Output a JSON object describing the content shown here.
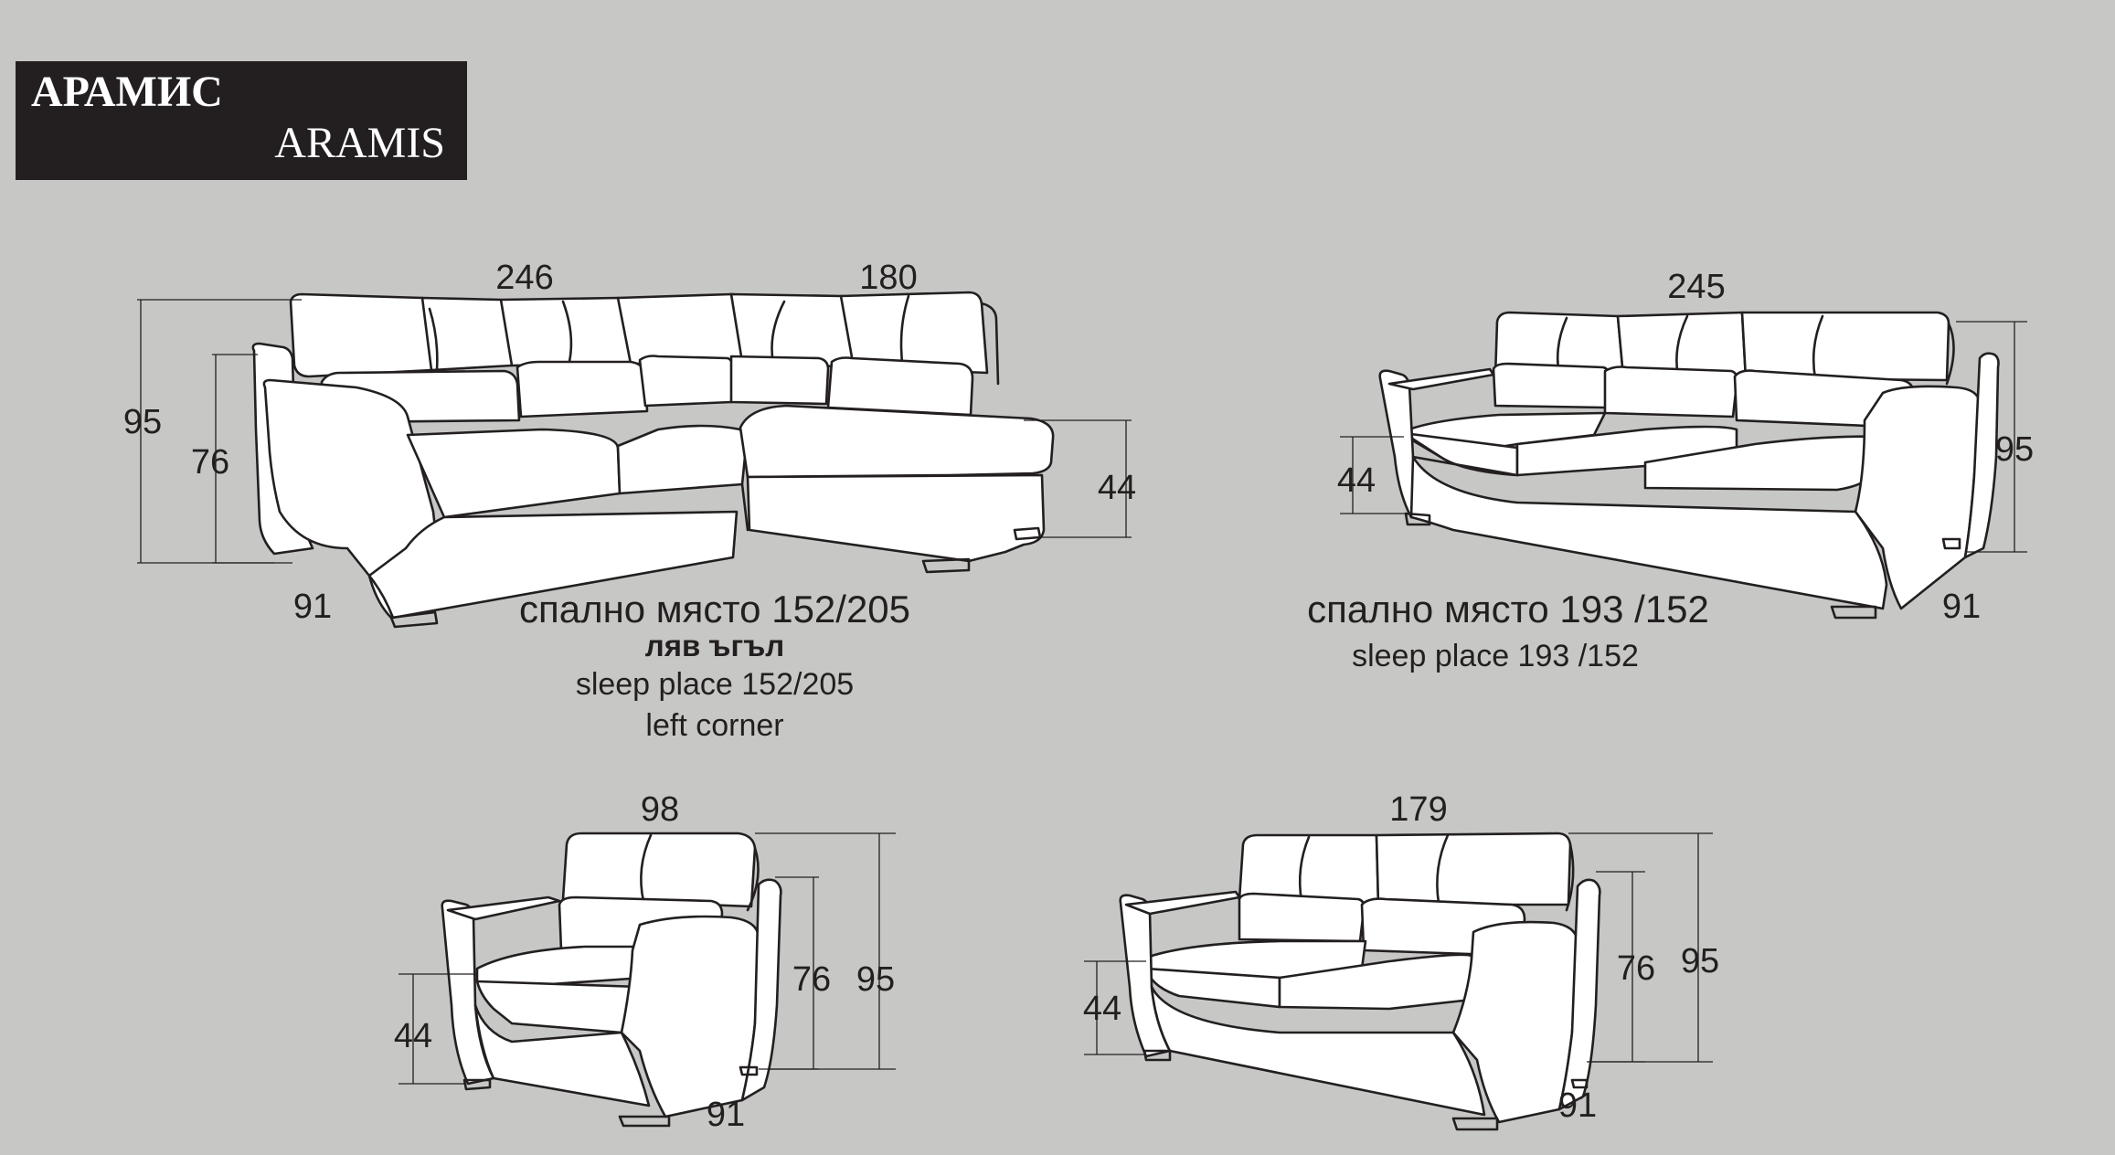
{
  "header": {
    "name_bg": "АРАМИС",
    "name_en": "ARAMIS"
  },
  "corner_sofa": {
    "width_left": "246",
    "width_right": "180",
    "height_total": "95",
    "height_arm": "76",
    "height_seat": "44",
    "depth": "91",
    "caption_bg_line1": "спално място 152/205",
    "caption_bg_line2": "ляв ъгъл",
    "caption_en_line1": "sleep place 152/205",
    "caption_en_line2": "left corner"
  },
  "three_seat_sofa": {
    "width": "245",
    "height_total": "95",
    "height_seat": "44",
    "depth": "91",
    "caption_bg": "спално място 193 /152",
    "caption_en": "sleep place 193 /152"
  },
  "armchair": {
    "width": "98",
    "height_total": "95",
    "height_arm": "76",
    "height_seat": "44",
    "depth": "91"
  },
  "two_seat_sofa": {
    "width": "179",
    "height_total": "95",
    "height_arm": "76",
    "height_seat": "44",
    "depth": "91"
  }
}
